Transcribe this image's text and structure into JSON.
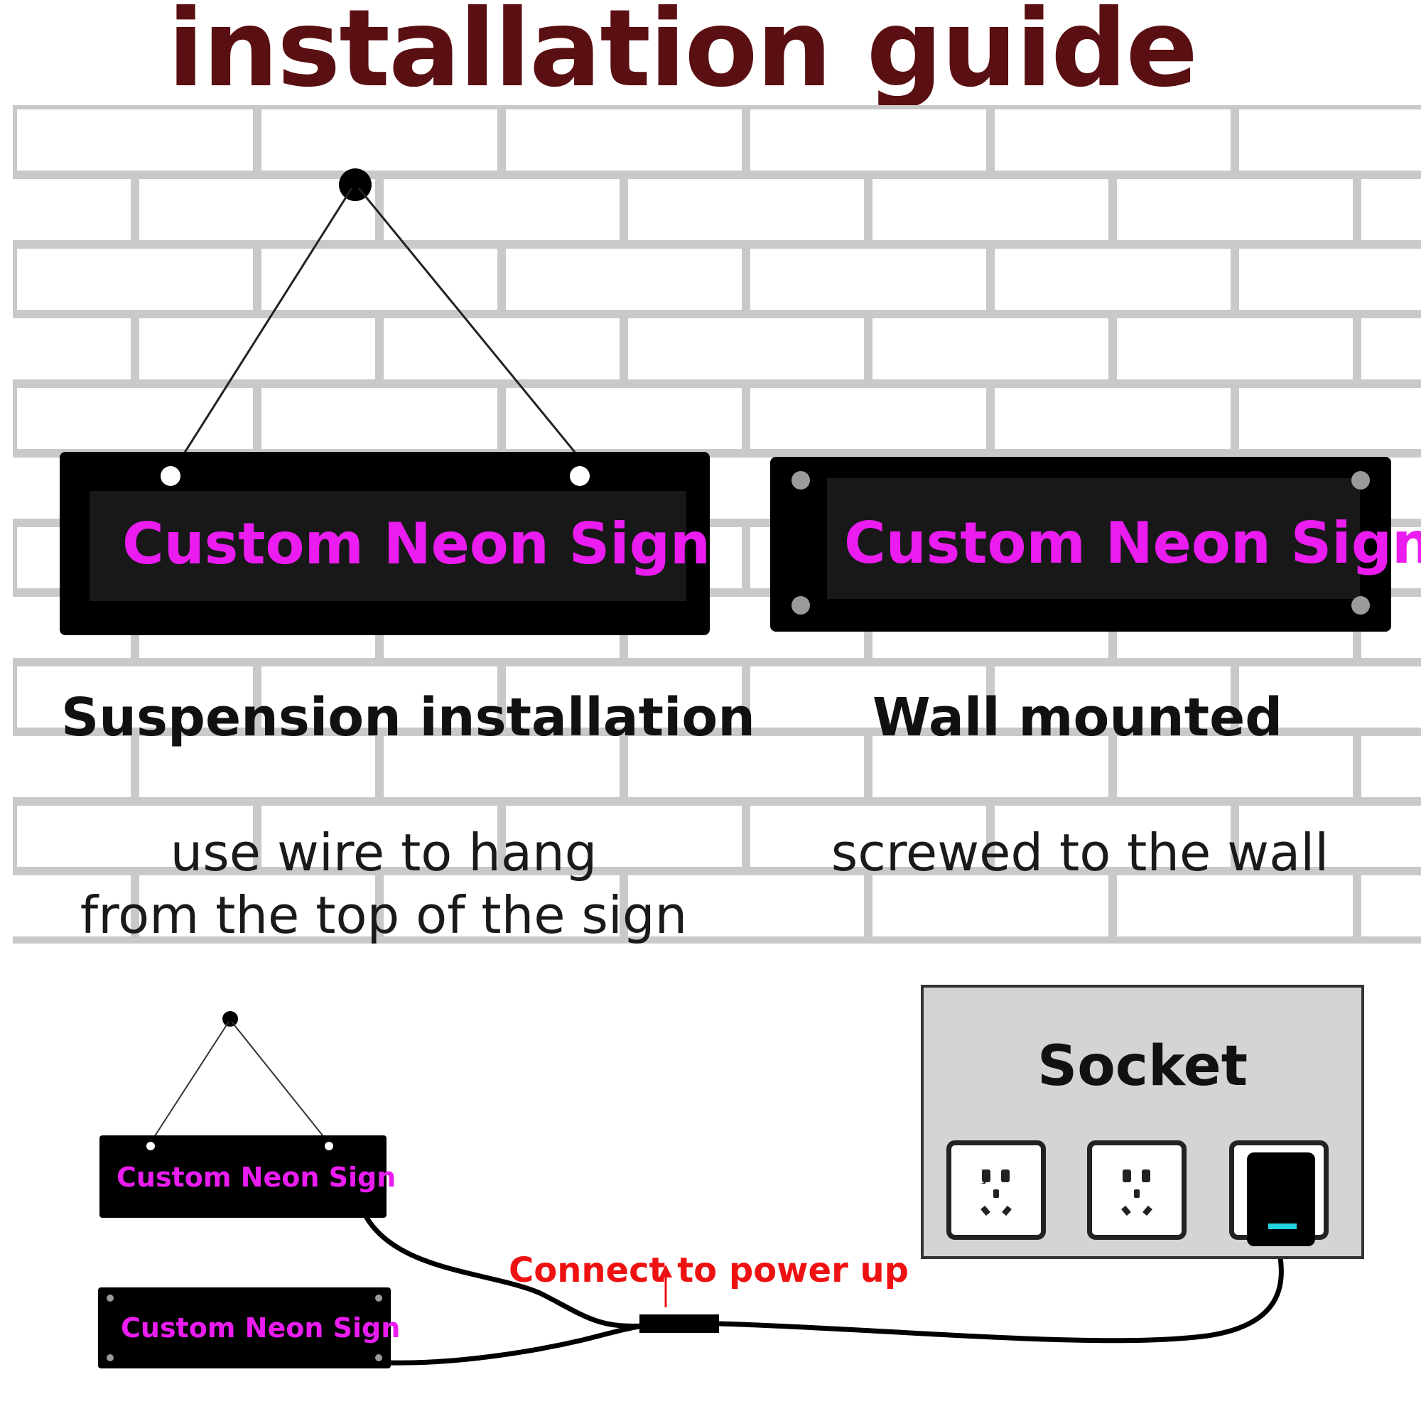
{
  "title": "installation guide",
  "colors": {
    "title": "#5a0f12",
    "neon_text": "#ea1cf0",
    "sign_body": "#000000",
    "wall_background": "#efefef",
    "mortar": "#c9c9c9",
    "connect_label": "#ee1111",
    "indicator_led": "#22d3e0"
  },
  "suspension": {
    "sign_text": "Custom Neon Sign",
    "heading": "Suspension installation",
    "caption_line1": "use wire to hang",
    "caption_line2": "from the top of the sign"
  },
  "wall_mounted": {
    "sign_text": "Custom Neon Sign",
    "heading": "Wall mounted",
    "caption": "screwed to the wall"
  },
  "power": {
    "hanging_sign_text": "Custom Neon Sign",
    "mounted_sign_text": "Custom Neon Sign",
    "connect_label": "Connect to power up",
    "socket_label": "Socket"
  },
  "icons": [
    "hanging-nail-icon",
    "wire-icon",
    "screw-icon",
    "outlet-icon",
    "power-adapter-icon",
    "connector-icon",
    "arrow-up-icon"
  ]
}
